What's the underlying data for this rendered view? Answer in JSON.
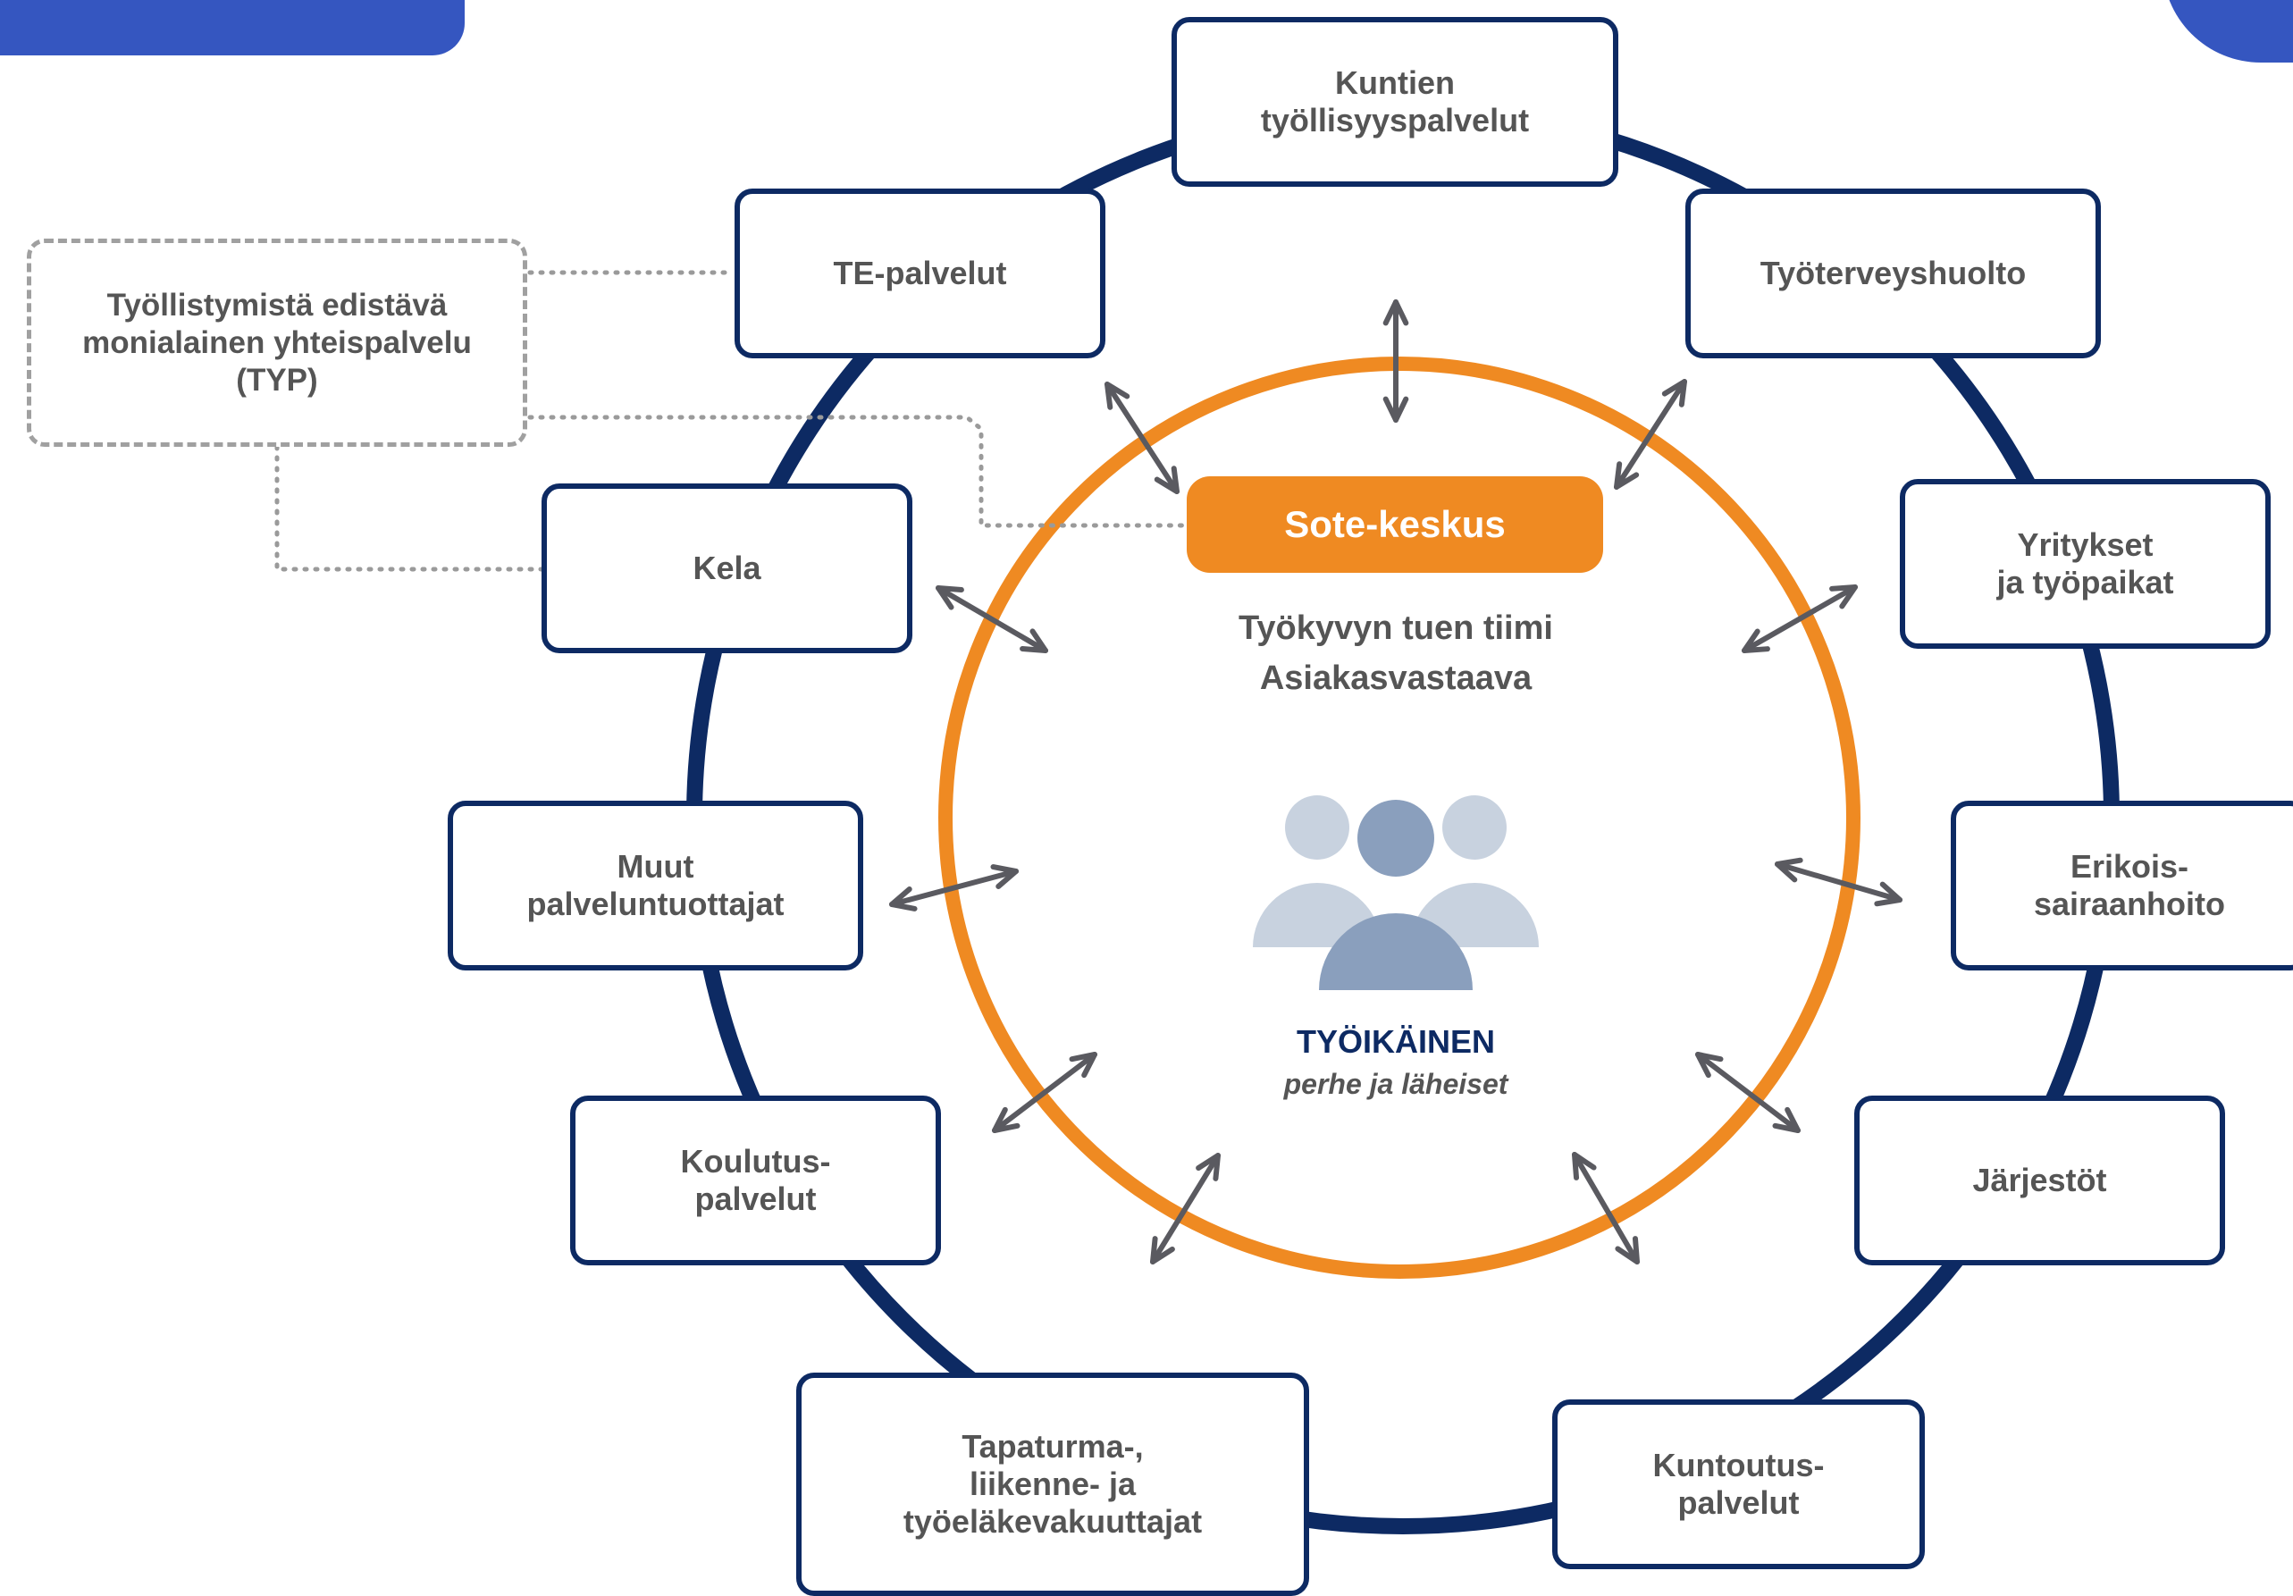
{
  "colors": {
    "navy_ring": "#0d2a63",
    "orange_ring": "#ef8a22",
    "text_grey": "#555555",
    "arrow_grey": "#5a5a60",
    "corner_blue": "#3556c0",
    "person_dark": "#8a9fbd",
    "person_light": "#c8d2df"
  },
  "outer_nodes": [
    {
      "id": "kuntien",
      "label": "Kuntien\ntyöllisyyspalvelut"
    },
    {
      "id": "te",
      "label": "TE-palvelut"
    },
    {
      "id": "tyoterveys",
      "label": "Työterveyshuolto"
    },
    {
      "id": "kela",
      "label": "Kela"
    },
    {
      "id": "yritykset",
      "label": "Yritykset\nja työpaikat"
    },
    {
      "id": "muut",
      "label": "Muut\npalveluntuottajat"
    },
    {
      "id": "erikois",
      "label": "Erikois-\nsairaanhoito"
    },
    {
      "id": "koulutus",
      "label": "Koulutus-\npalvelut"
    },
    {
      "id": "jarjestot",
      "label": "Järjestöt"
    },
    {
      "id": "tapaturma",
      "label": "Tapaturma-,\nliikenne- ja\ntyöeläkevakuuttajat"
    },
    {
      "id": "kuntoutus",
      "label": "Kuntoutus-\npalvelut"
    }
  ],
  "typ_box": {
    "label": "Työllistymistä edistävä\nmonialainen yhteispalvelu\n(TYP)"
  },
  "center": {
    "hub_label": "Sote-keskus",
    "team_label": "Työkyvyn tuen tiimi\nAsiakasvastaava",
    "person_label": "TYÖIKÄINEN",
    "family_label": "perhe ja läheiset",
    "icon": "people-group-icon"
  },
  "connectors": {
    "type": "double-arrow",
    "icon": "double-arrow-icon"
  }
}
